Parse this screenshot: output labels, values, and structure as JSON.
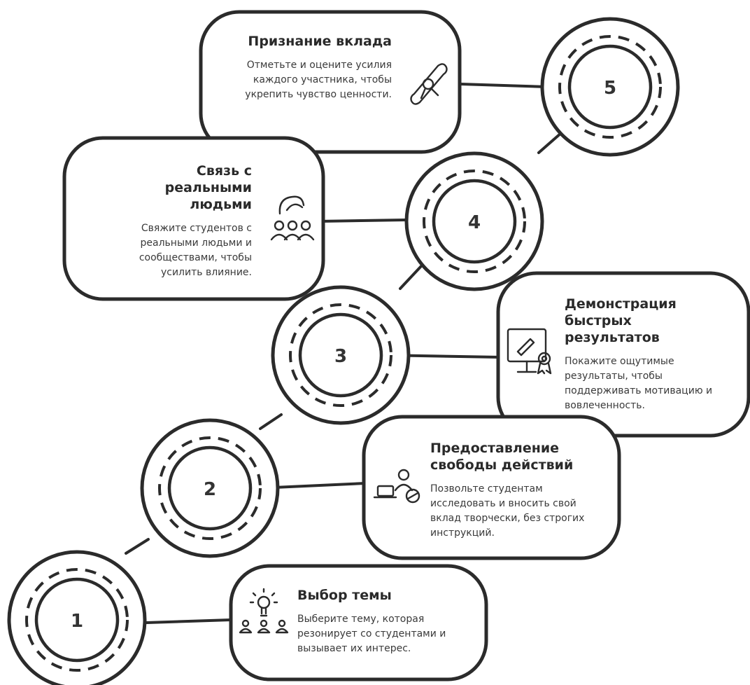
{
  "steps": [
    {
      "number": "1",
      "title": "Выбор темы",
      "description": "Выберите тему, которая резонирует со студентами и вызывает их интерес."
    },
    {
      "number": "2",
      "title": "Предоставление свободы действий",
      "description": "Позвольте студентам исследовать и вносить свой вклад творчески, без строгих инструкций."
    },
    {
      "number": "3",
      "title": "Демонстрация быстрых результатов",
      "description": "Покажите ощутимые результаты, чтобы поддерживать мотивацию и вовлеченность."
    },
    {
      "number": "4",
      "title": "Связь с реальными людьми",
      "description": "Свяжите студентов с реальными людьми и сообществами, чтобы усилить влияние."
    },
    {
      "number": "5",
      "title": "Признание вклада",
      "description": "Отметьте и оцените усилия каждого участника, чтобы укрепить чувство ценности."
    }
  ],
  "icons": [
    "lightbulb-audience-icon",
    "laptop-user-icon",
    "monitor-award-icon",
    "community-network-icon",
    "diploma-scroll-icon"
  ]
}
